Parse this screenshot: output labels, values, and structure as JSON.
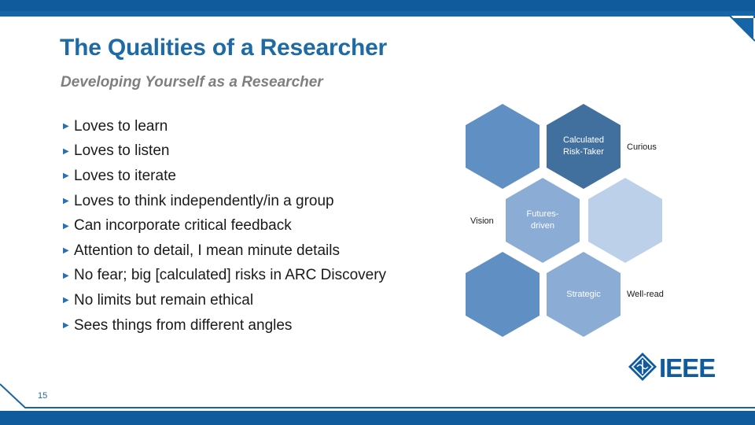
{
  "slide": {
    "title": "The Qualities of a Researcher",
    "subtitle": "Developing Yourself as a Researcher",
    "number": "15"
  },
  "bullets": [
    "Loves to learn",
    "Loves to listen",
    "Loves to iterate",
    "Loves to think independently/in a group",
    "Can incorporate critical feedback",
    "Attention to detail, I mean minute details",
    "No fear; big [calculated] risks in ARC Discovery",
    "No limits but remain ethical",
    "Sees things from different angles"
  ],
  "hex_cluster": {
    "calculated_line1": "Calculated",
    "calculated_line2": "Risk-Taker",
    "futures_line1": "Futures-",
    "futures_line2": "driven",
    "strategic": "Strategic",
    "curious": "Curious",
    "vision": "Vision",
    "well_read": "Well-read"
  },
  "logo": {
    "text": "IEEE"
  },
  "colors": {
    "brand_blue": "#1d6aa5",
    "hex_mid": "#5f8fc3",
    "hex_dark": "#41709f",
    "hex_light": "#8aacd5",
    "hex_pale": "#bcd0ea"
  }
}
